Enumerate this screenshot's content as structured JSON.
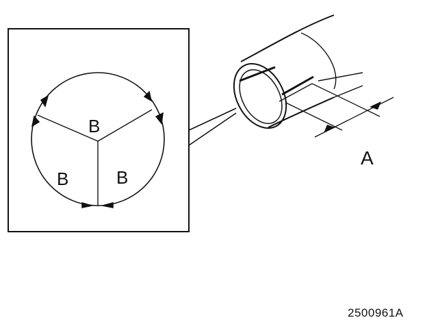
{
  "figure": {
    "inset_labels": [
      "B",
      "B",
      "B"
    ],
    "dimension_label": "A",
    "figure_code": "2500961A"
  },
  "colors": {
    "ink": "#111111",
    "background": "#ffffff"
  }
}
